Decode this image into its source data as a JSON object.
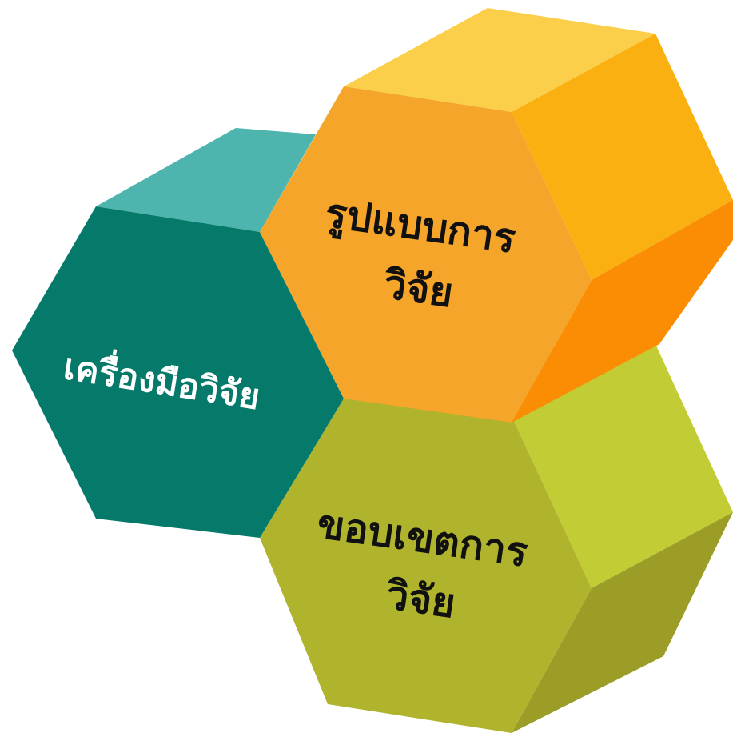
{
  "hexagons": [
    {
      "id": "green",
      "lines": [
        "ขอบเขตการ",
        "วิจัย"
      ],
      "text_color": "#111111",
      "colors": {
        "front": "#b0b42c",
        "top": "#9fa82a",
        "right": "#c2cc34",
        "bottom_right": "#9c9d26"
      }
    },
    {
      "id": "teal",
      "lines": [
        "เครื่องมือวิจัย"
      ],
      "text_color": "#ffffff",
      "colors": {
        "front": "#067a6a",
        "top": "#4db5ad"
      }
    },
    {
      "id": "orange",
      "lines": [
        "รูปแบบการ",
        "วิจัย"
      ],
      "text_color": "#111111",
      "colors": {
        "front": "#f6a52b",
        "top": "#fbcf4a",
        "right": "#fbb012",
        "bottom_right": "#fb8d05"
      }
    }
  ]
}
